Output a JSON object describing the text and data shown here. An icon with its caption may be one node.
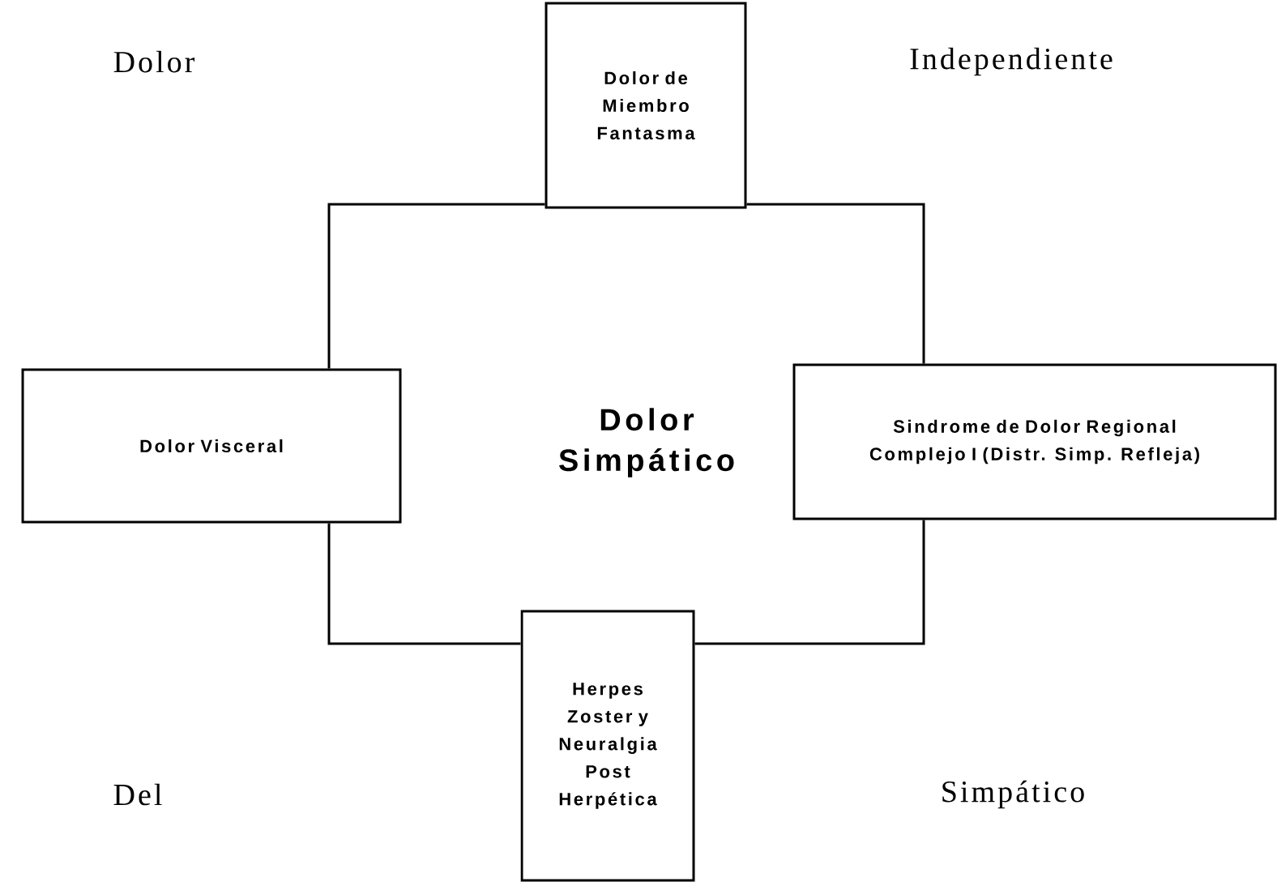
{
  "diagram": {
    "nodes": [
      {
        "text": [
          "Dolor de Miembro Fantasma"
        ]
      },
      {
        "text": [
          "Dolor Visceral"
        ]
      },
      {
        "text": [
          "Sindrome de Dolor Regional Complejo I (Distr. Simp. Refleja)"
        ]
      },
      {
        "text": [
          "Herpes Zoster y Neuralgia Post Herpética"
        ]
      }
    ],
    "edges": [
      {
        "from": 0,
        "to": 1,
        "arrow": "none"
      },
      {
        "from": 0,
        "to": 2,
        "arrow": "none"
      },
      {
        "from": 1,
        "to": 3,
        "arrow": "none"
      },
      {
        "from": 2,
        "to": 3,
        "arrow": "none"
      }
    ],
    "labels": [
      "Dolor",
      "Independiente",
      "Dolor Simpático",
      "Del",
      "Simpático"
    ]
  }
}
